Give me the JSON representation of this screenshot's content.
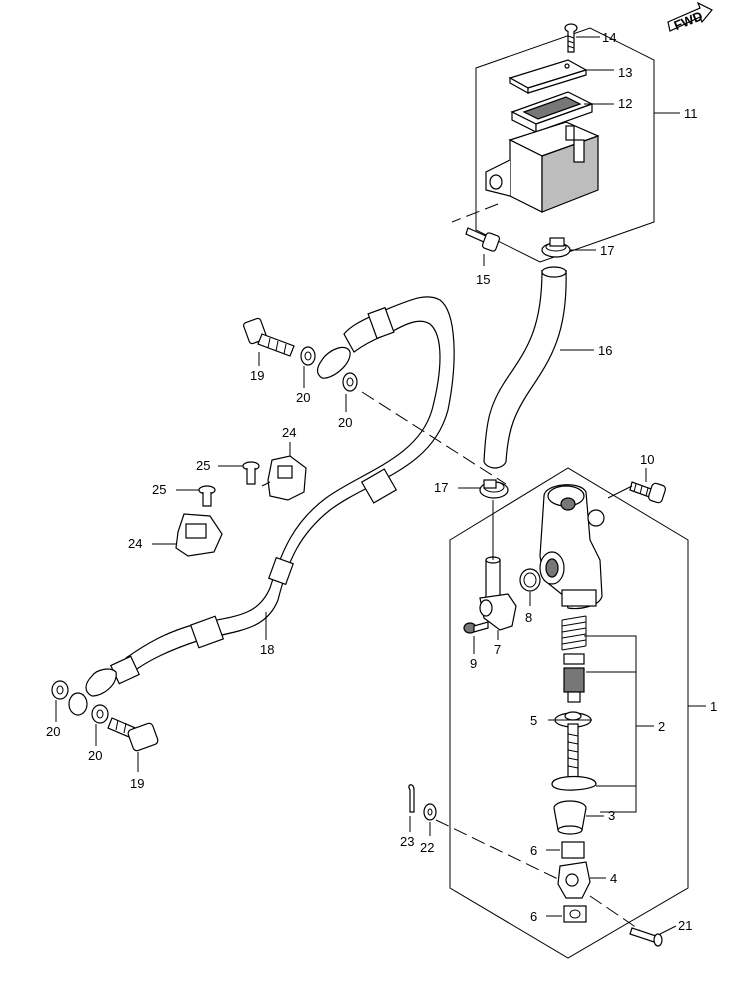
{
  "fwd_label": "FWD",
  "callouts": {
    "c1": "1",
    "c2": "2",
    "c3": "3",
    "c4": "4",
    "c5": "5",
    "c6a": "6",
    "c6b": "6",
    "c7": "7",
    "c8": "8",
    "c9": "9",
    "c10": "10",
    "c11": "11",
    "c12": "12",
    "c13": "13",
    "c14": "14",
    "c15": "15",
    "c16": "16",
    "c17a": "17",
    "c17b": "17",
    "c18": "18",
    "c19a": "19",
    "c19b": "19",
    "c20a": "20",
    "c20b": "20",
    "c20c": "20",
    "c20d": "20",
    "c21": "21",
    "c22": "22",
    "c23": "23",
    "c24a": "24",
    "c24b": "24",
    "c25a": "25",
    "c25b": "25"
  }
}
